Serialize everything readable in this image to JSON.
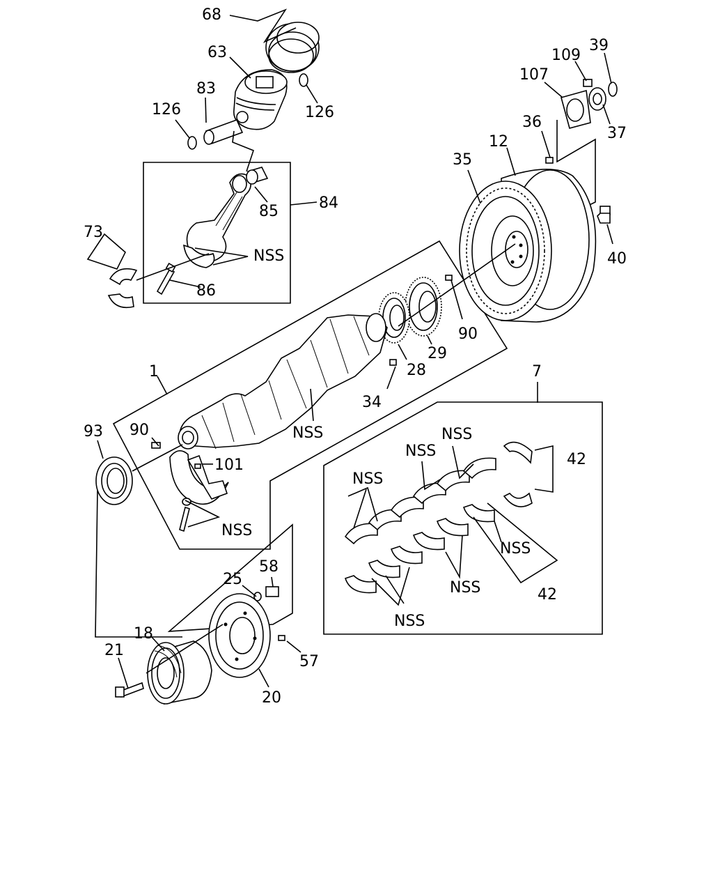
{
  "labels": {
    "l68": "68",
    "l63": "63",
    "l126a": "126",
    "l83": "83",
    "l126b": "126",
    "l85": "85",
    "l84": "84",
    "l73": "73",
    "lnss_rod": "NSS",
    "l86": "86",
    "l107": "107",
    "l109": "109",
    "l39": "39",
    "l36": "36",
    "l37": "37",
    "l12": "12",
    "l35": "35",
    "l40": "40",
    "l90a": "90",
    "l29": "29",
    "l28": "28",
    "l34": "34",
    "l1": "1",
    "lnss_crank": "NSS",
    "l90b": "90",
    "l93": "93",
    "l101": "101",
    "lnss_thrust": "NSS",
    "l7": "7",
    "lnss_b1": "NSS",
    "lnss_b2": "NSS",
    "lnss_b3": "NSS",
    "l42a": "42",
    "lnss_b4": "NSS",
    "lnss_b5": "NSS",
    "lnss_b6": "NSS",
    "l42b": "42",
    "l58": "58",
    "l25": "25",
    "l18": "18",
    "l21": "21",
    "l57": "57",
    "l20": "20"
  }
}
